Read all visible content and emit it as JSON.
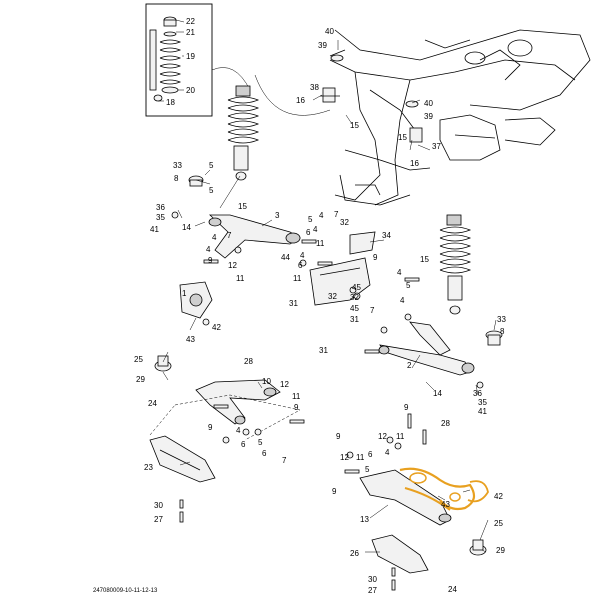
{
  "diagram_code": "247080009-10-11-12-13",
  "highlight_color": "#e8a020",
  "callouts": [
    {
      "id": "c-22a",
      "text": "22"
    },
    {
      "id": "c-21a",
      "text": "21"
    },
    {
      "id": "c-19a",
      "text": "19"
    },
    {
      "id": "c-20a",
      "text": "20"
    },
    {
      "id": "c-18a",
      "text": "18"
    },
    {
      "id": "c-40a",
      "text": "40"
    },
    {
      "id": "c-39a",
      "text": "39"
    },
    {
      "id": "c-38",
      "text": "38"
    },
    {
      "id": "c-16a",
      "text": "16"
    },
    {
      "id": "c-15a",
      "text": "15"
    },
    {
      "id": "c-40b",
      "text": "40"
    },
    {
      "id": "c-39b",
      "text": "39"
    },
    {
      "id": "c-37",
      "text": "37"
    },
    {
      "id": "c-15b",
      "text": "15"
    },
    {
      "id": "c-16b",
      "text": "16"
    },
    {
      "id": "c-5a",
      "text": "5"
    },
    {
      "id": "c-33a",
      "text": "33"
    },
    {
      "id": "c-8a",
      "text": "8"
    },
    {
      "id": "c-5b",
      "text": "5"
    },
    {
      "id": "c-15c",
      "text": "15"
    },
    {
      "id": "c-36a",
      "text": "36"
    },
    {
      "id": "c-35a",
      "text": "35"
    },
    {
      "id": "c-41a",
      "text": "41"
    },
    {
      "id": "c-14a",
      "text": "14"
    },
    {
      "id": "c-3",
      "text": "3"
    },
    {
      "id": "c-4a",
      "text": "4"
    },
    {
      "id": "c-5c",
      "text": "5"
    },
    {
      "id": "c-7a",
      "text": "7"
    },
    {
      "id": "c-32a",
      "text": "32"
    },
    {
      "id": "c-4b",
      "text": "4"
    },
    {
      "id": "c-6a",
      "text": "6"
    },
    {
      "id": "c-11a",
      "text": "11"
    },
    {
      "id": "c-34",
      "text": "34"
    },
    {
      "id": "c-4c",
      "text": "4"
    },
    {
      "id": "c-7b",
      "text": "7"
    },
    {
      "id": "c-4d",
      "text": "4"
    },
    {
      "id": "c-12a",
      "text": "12"
    },
    {
      "id": "c-11b",
      "text": "11"
    },
    {
      "id": "c-44",
      "text": "44"
    },
    {
      "id": "c-4e",
      "text": "4"
    },
    {
      "id": "c-6b",
      "text": "6"
    },
    {
      "id": "c-9a",
      "text": "9"
    },
    {
      "id": "c-11c",
      "text": "11"
    },
    {
      "id": "c-9b",
      "text": "9"
    },
    {
      "id": "c-15d",
      "text": "15"
    },
    {
      "id": "c-32b",
      "text": "32"
    },
    {
      "id": "c-45a",
      "text": "45"
    },
    {
      "id": "c-4f",
      "text": "4"
    },
    {
      "id": "c-5d",
      "text": "5"
    },
    {
      "id": "c-31a",
      "text": "31"
    },
    {
      "id": "c-32c",
      "text": "32"
    },
    {
      "id": "c-45b",
      "text": "45"
    },
    {
      "id": "c-31b",
      "text": "31"
    },
    {
      "id": "c-4g",
      "text": "4"
    },
    {
      "id": "c-7c",
      "text": "7"
    },
    {
      "id": "c-33b",
      "text": "33"
    },
    {
      "id": "c-8b",
      "text": "8"
    },
    {
      "id": "c-42a",
      "text": "42"
    },
    {
      "id": "c-43a",
      "text": "43"
    },
    {
      "id": "c-31c",
      "text": "31"
    },
    {
      "id": "c-1",
      "text": "1"
    },
    {
      "id": "c-2",
      "text": "2"
    },
    {
      "id": "c-14b",
      "text": "14"
    },
    {
      "id": "c-36b",
      "text": "36"
    },
    {
      "id": "c-35b",
      "text": "35"
    },
    {
      "id": "c-41b",
      "text": "41"
    },
    {
      "id": "c-25a",
      "text": "25"
    },
    {
      "id": "c-29a",
      "text": "29"
    },
    {
      "id": "c-24a",
      "text": "24"
    },
    {
      "id": "c-28a",
      "text": "28"
    },
    {
      "id": "c-10",
      "text": "10"
    },
    {
      "id": "c-12b",
      "text": "12"
    },
    {
      "id": "c-11d",
      "text": "11"
    },
    {
      "id": "c-9c",
      "text": "9"
    },
    {
      "id": "c-4h",
      "text": "4"
    },
    {
      "id": "c-9d",
      "text": "9"
    },
    {
      "id": "c-6c",
      "text": "6"
    },
    {
      "id": "c-5e",
      "text": "5"
    },
    {
      "id": "c-6d",
      "text": "6"
    },
    {
      "id": "c-7d",
      "text": "7"
    },
    {
      "id": "c-23",
      "text": "23"
    },
    {
      "id": "c-30a",
      "text": "30"
    },
    {
      "id": "c-27a",
      "text": "27"
    },
    {
      "id": "c-9e",
      "text": "9"
    },
    {
      "id": "c-28b",
      "text": "28"
    },
    {
      "id": "c-12c",
      "text": "12"
    },
    {
      "id": "c-11e",
      "text": "11"
    },
    {
      "id": "c-9f",
      "text": "9"
    },
    {
      "id": "c-12d",
      "text": "12"
    },
    {
      "id": "c-11f",
      "text": "11"
    },
    {
      "id": "c-5f",
      "text": "5"
    },
    {
      "id": "c-6e",
      "text": "6"
    },
    {
      "id": "c-4i",
      "text": "4"
    },
    {
      "id": "c-9g",
      "text": "9"
    },
    {
      "id": "c-43b",
      "text": "43"
    },
    {
      "id": "c-42b",
      "text": "42"
    },
    {
      "id": "c-13",
      "text": "13"
    },
    {
      "id": "c-25b",
      "text": "25"
    },
    {
      "id": "c-26",
      "text": "26"
    },
    {
      "id": "c-29b",
      "text": "29"
    },
    {
      "id": "c-30b",
      "text": "30"
    },
    {
      "id": "c-27b",
      "text": "27"
    },
    {
      "id": "c-24b",
      "text": "24"
    }
  ]
}
